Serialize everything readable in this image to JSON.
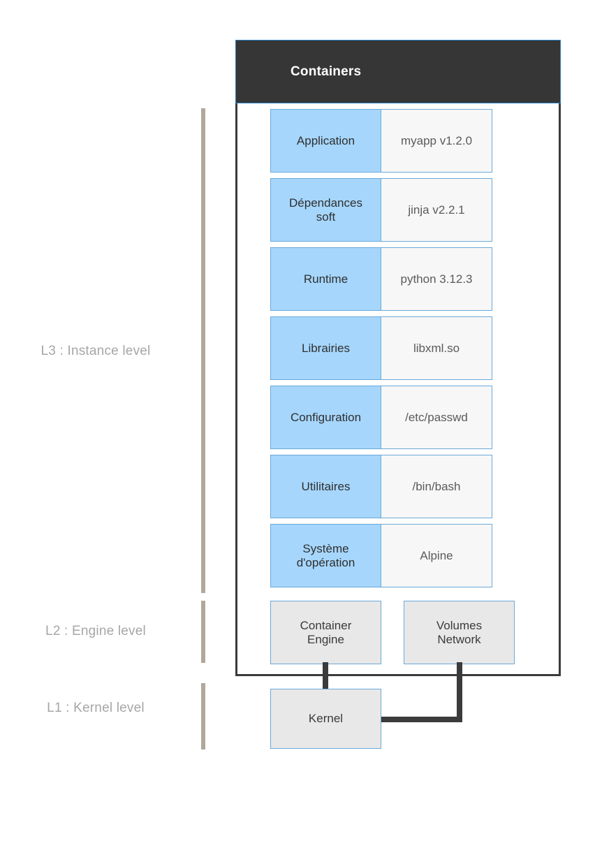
{
  "container": {
    "title": "Containers"
  },
  "levels": [
    {
      "id": "l3",
      "label": "L3 : Instance level"
    },
    {
      "id": "l2",
      "label": "L2 : Engine level"
    },
    {
      "id": "l1",
      "label": "L1 : Kernel level"
    }
  ],
  "stack_rows": [
    {
      "name": "Application",
      "value": "myapp v1.2.0"
    },
    {
      "name": "Dépendances\nsoft",
      "value": "jinja v2.2.1"
    },
    {
      "name": "Runtime",
      "value": "python 3.12.3"
    },
    {
      "name": "Librairies",
      "value": "libxml.so"
    },
    {
      "name": "Configuration",
      "value": "/etc/passwd"
    },
    {
      "name": "Utilitaires",
      "value": "/bin/bash"
    },
    {
      "name": "Système\nd'opération",
      "value": "Alpine"
    }
  ],
  "engine_boxes": [
    {
      "label": "Container\nEngine"
    },
    {
      "label": "Volumes\nNetwork"
    }
  ],
  "kernel_box": {
    "label": "Kernel"
  },
  "colors": {
    "header_bg": "#363636",
    "header_border": "#2a7fc2",
    "frame_border": "#3b3b3b",
    "cell_name_bg": "#a6d6fc",
    "cell_value_bg": "#f7f7f7",
    "cell_border": "#6aa9d8",
    "box_bg": "#e8e8e8",
    "level_bar": "#b2a79c",
    "level_label_text": "#a6a6a6",
    "connector": "#3b3b3b"
  }
}
